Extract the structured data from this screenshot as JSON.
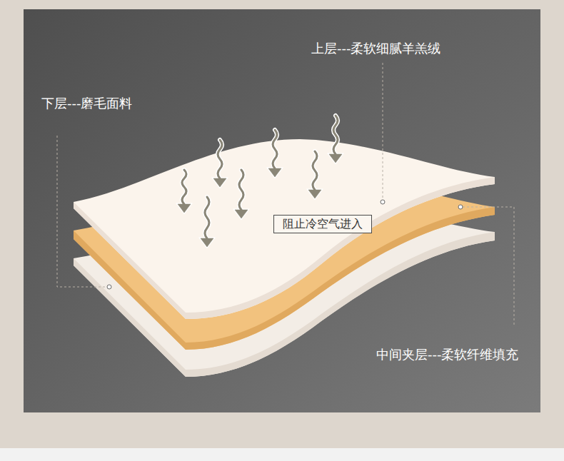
{
  "diagram": {
    "nodes": [
      {
        "text": [
          "阻止冷空气进入"
        ]
      }
    ],
    "labels": [
      "上层---柔软细腻羊羔绒",
      "下层---磨毛面料",
      "中间夹层---柔软纤维填充"
    ]
  }
}
